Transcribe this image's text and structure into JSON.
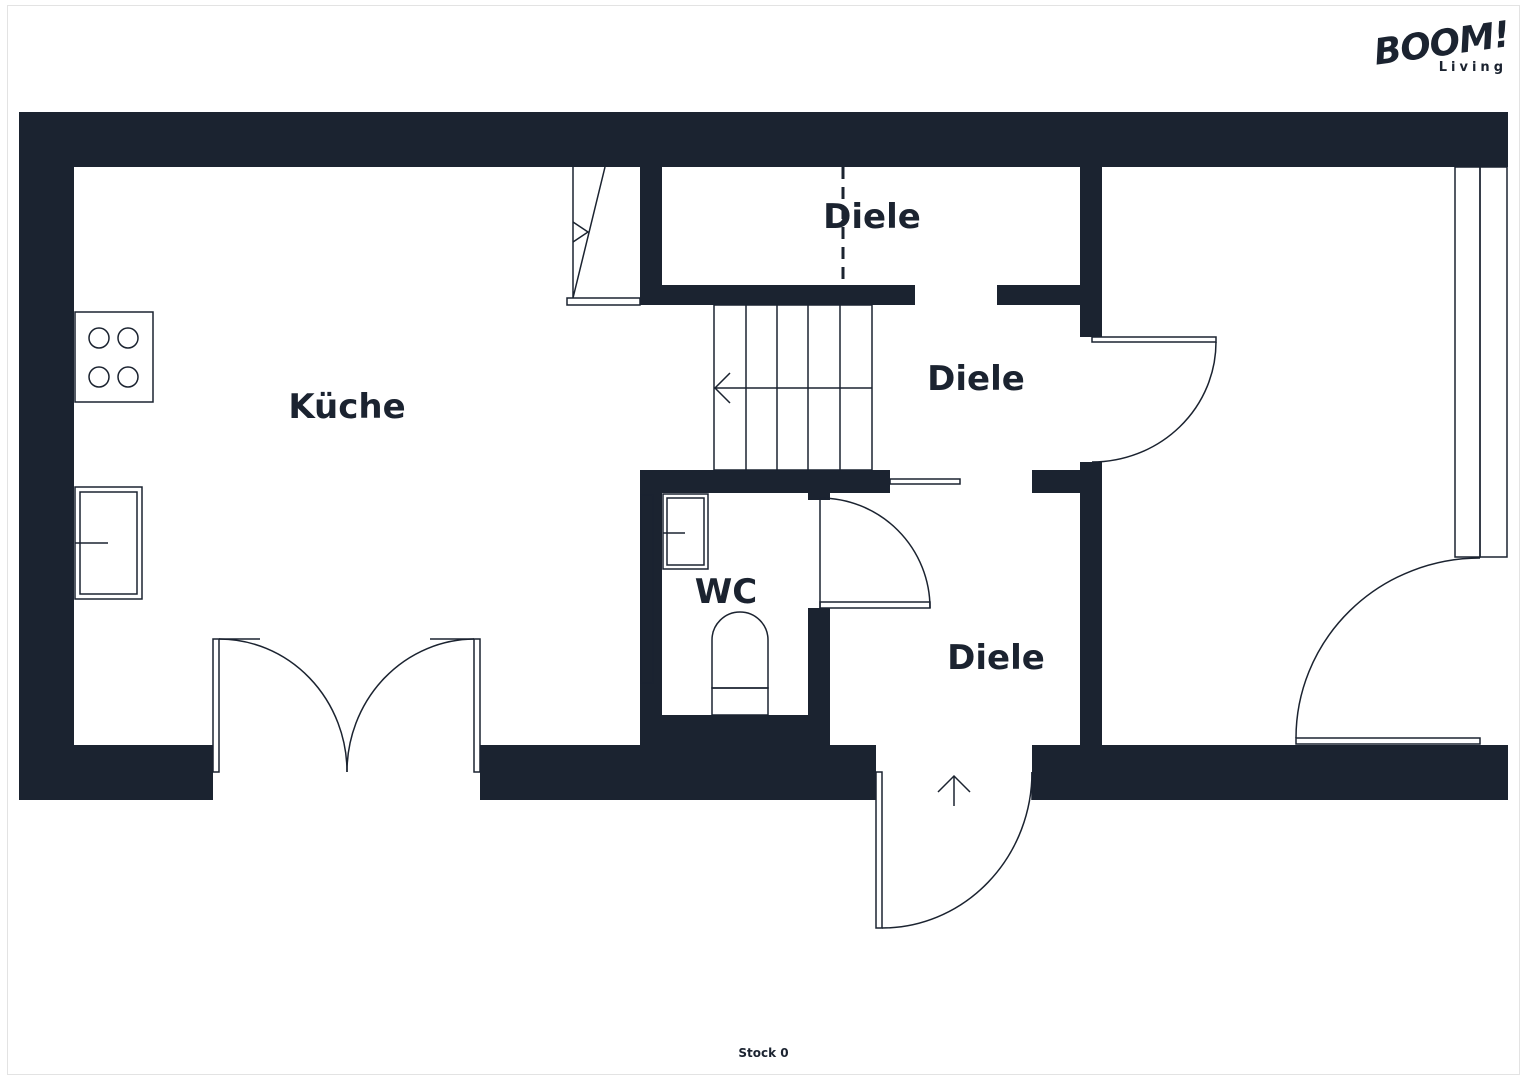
{
  "brand": {
    "name": "BOOM!",
    "sub": "Living"
  },
  "floor": {
    "caption": "Stock 0"
  },
  "rooms": {
    "kitchen": "Küche",
    "hall_top": "Diele",
    "hall_mid": "Diele",
    "hall_bottom": "Diele",
    "wc": "WC"
  },
  "colors": {
    "wall": "#1b2330",
    "line": "#1b2330",
    "background": "#ffffff"
  }
}
